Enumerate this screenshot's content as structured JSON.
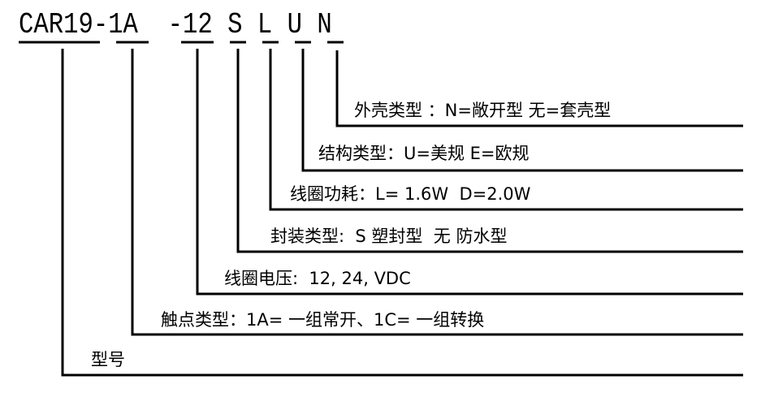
{
  "model_code": {
    "segments": [
      "CAR19",
      "-",
      "1A",
      "-",
      "12",
      "S",
      "L",
      "U",
      "N"
    ]
  },
  "labels": [
    {
      "name": "外壳类型",
      "text": "外壳类型 ：N=敞开型 无=套壳型"
    },
    {
      "name": "结构类型",
      "text": "结构类型：U=美规 E=欧规"
    },
    {
      "name": "线圈功耗",
      "text": "线圈功耗：L= 1.6W  D=2.0W"
    },
    {
      "name": "封装类型",
      "text": "封装类型:  S 塑封型  无 防水型"
    },
    {
      "name": "线圈电压",
      "text": "线圈电压:  12, 24, VDC"
    },
    {
      "name": "触点类型",
      "text": "触点类型：1A= 一组常开、1C= 一组转换"
    },
    {
      "name": "型号",
      "text": "型号"
    }
  ]
}
